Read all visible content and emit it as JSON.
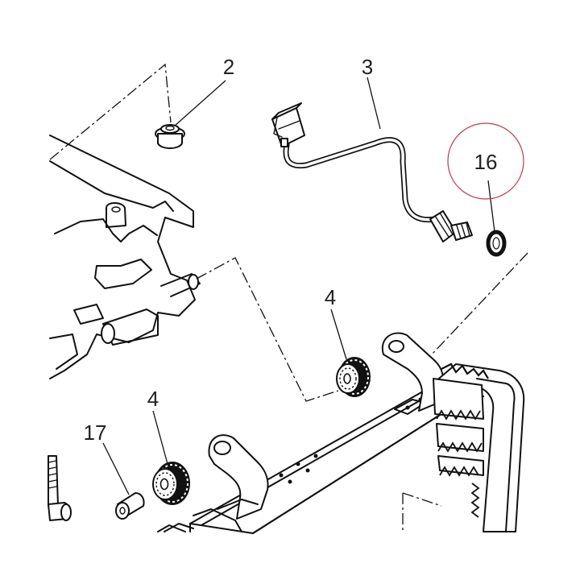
{
  "callouts": {
    "c2": "2",
    "c3": "3",
    "c4_upper": "4",
    "c4_lower": "4",
    "c16": "16",
    "c17": "17"
  },
  "highlight": {
    "target": "16",
    "color": "#c0394b"
  }
}
